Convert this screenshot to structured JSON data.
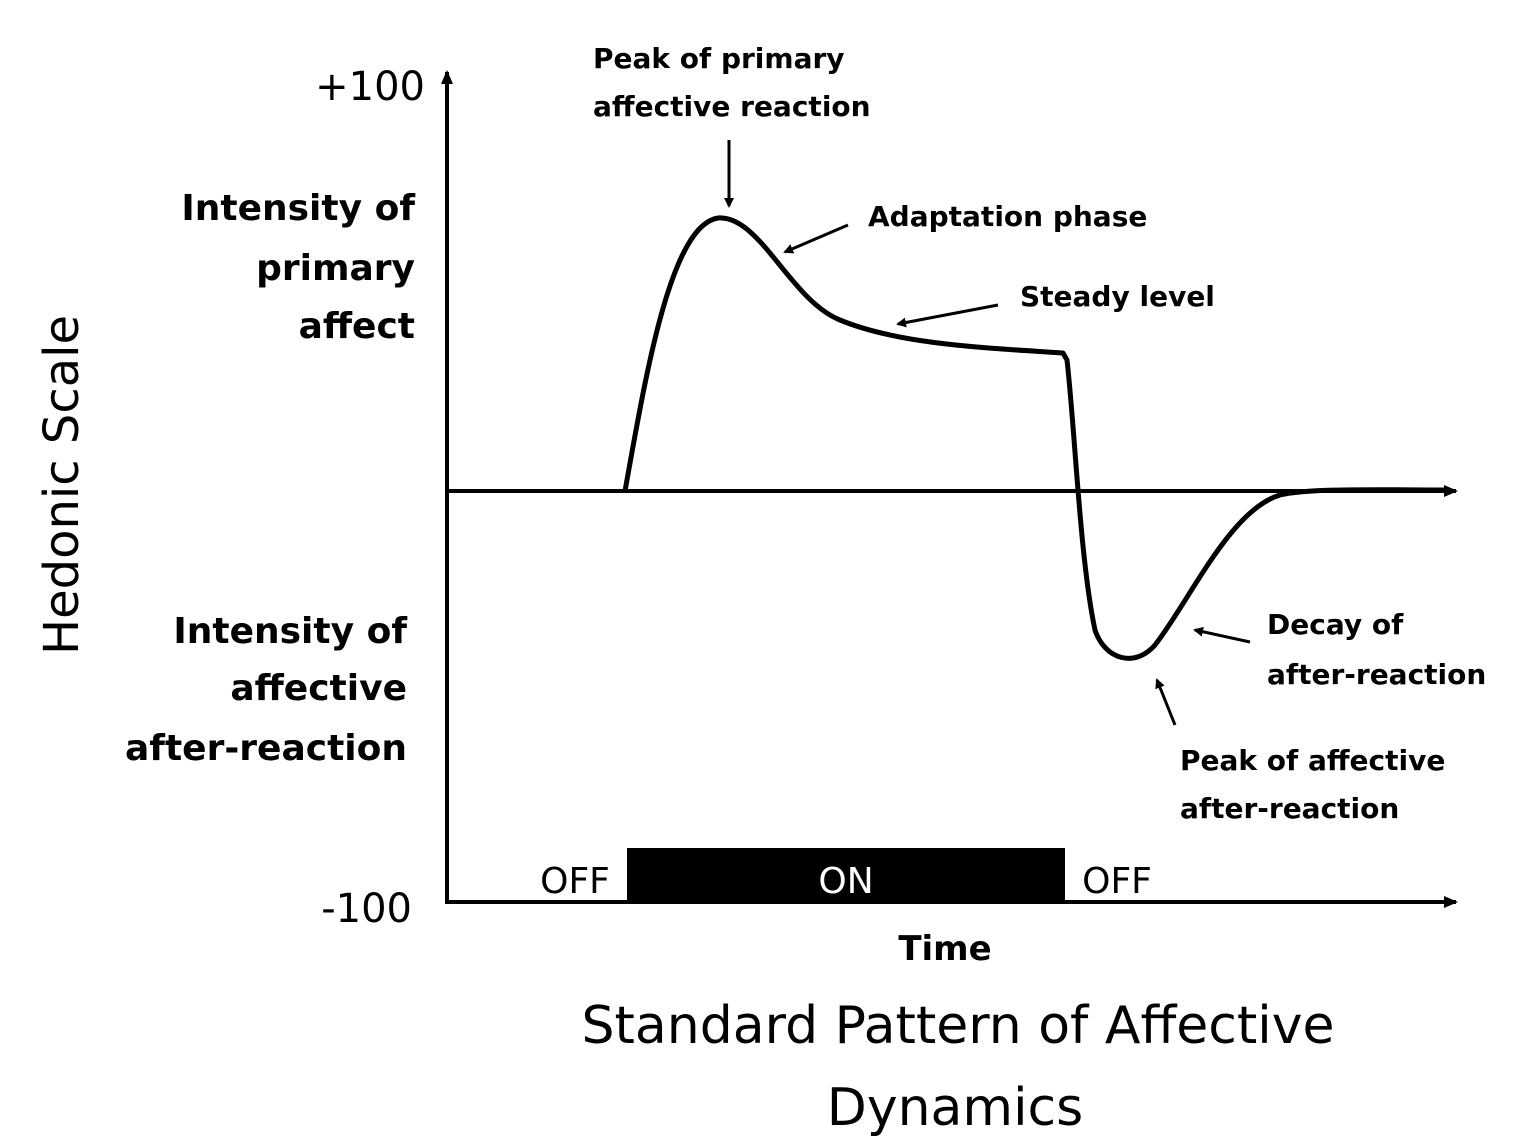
{
  "axis": {
    "y_label": "Hedonic Scale",
    "y_max_label": "+100",
    "y_min_label": "-100",
    "x_label": "Time"
  },
  "left_labels": {
    "primary": [
      "Intensity of",
      "primary",
      "affect"
    ],
    "after": [
      "Intensity of",
      "affective",
      "after-reaction"
    ]
  },
  "annotations": {
    "peak_primary": [
      "Peak of primary",
      "affective reaction"
    ],
    "adaptation": "Adaptation  phase",
    "steady": "Steady level",
    "decay": [
      "Decay of",
      "after-reaction"
    ],
    "peak_after": [
      "Peak of affective",
      "after-reaction"
    ]
  },
  "stimulus": {
    "off_before": "OFF",
    "on": "ON",
    "off_after": "OFF"
  },
  "title": [
    "Standard Pattern of Affective",
    "Dynamics"
  ]
}
